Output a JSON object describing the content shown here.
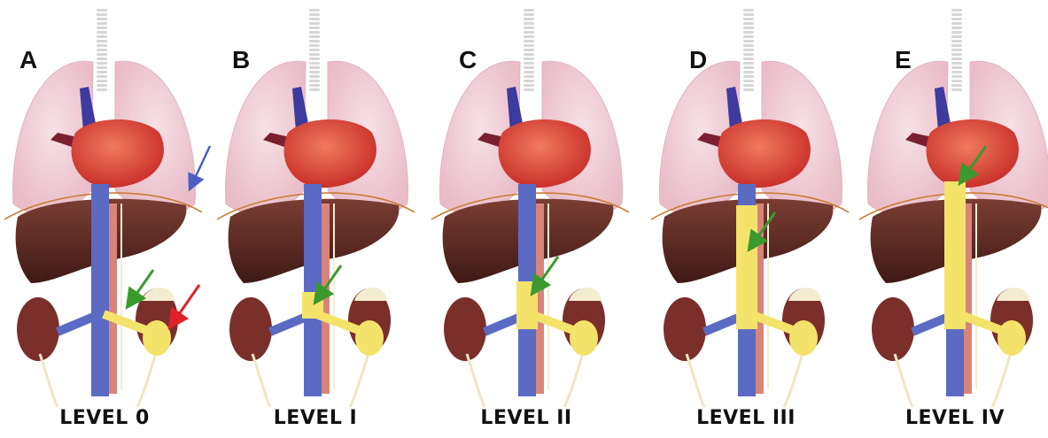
{
  "figure": {
    "panels": [
      {
        "letter": "A",
        "level_label": "LEVEL 0",
        "thrombus_extent": "renal-vein",
        "arrows": [
          "green",
          "red",
          "blue"
        ]
      },
      {
        "letter": "B",
        "level_label": "LEVEL I",
        "thrombus_extent": "ivc-at-renal",
        "arrows": [
          "green"
        ]
      },
      {
        "letter": "C",
        "level_label": "LEVEL II",
        "thrombus_extent": "ivc-below-hepatic",
        "arrows": [
          "green"
        ]
      },
      {
        "letter": "D",
        "level_label": "LEVEL III",
        "thrombus_extent": "ivc-retrohepatic",
        "arrows": [
          "green"
        ]
      },
      {
        "letter": "E",
        "level_label": "LEVEL IV",
        "thrombus_extent": "ivc-to-atrium",
        "arrows": [
          "green"
        ]
      }
    ],
    "colors": {
      "lung": "#f3d2da",
      "heart": "#e0483e",
      "liver": "#5a2a22",
      "vena_cava": "#5b6bc4",
      "aorta": "#d9847a",
      "thrombus": "#f4e36a",
      "kidney": "#7a2f2a",
      "adrenal": "#f3ecd0",
      "diaphragm": "#c97b30",
      "arrow_green": "#3a9a2e",
      "arrow_red": "#e0202a",
      "arrow_blue": "#4a5fc4"
    }
  }
}
